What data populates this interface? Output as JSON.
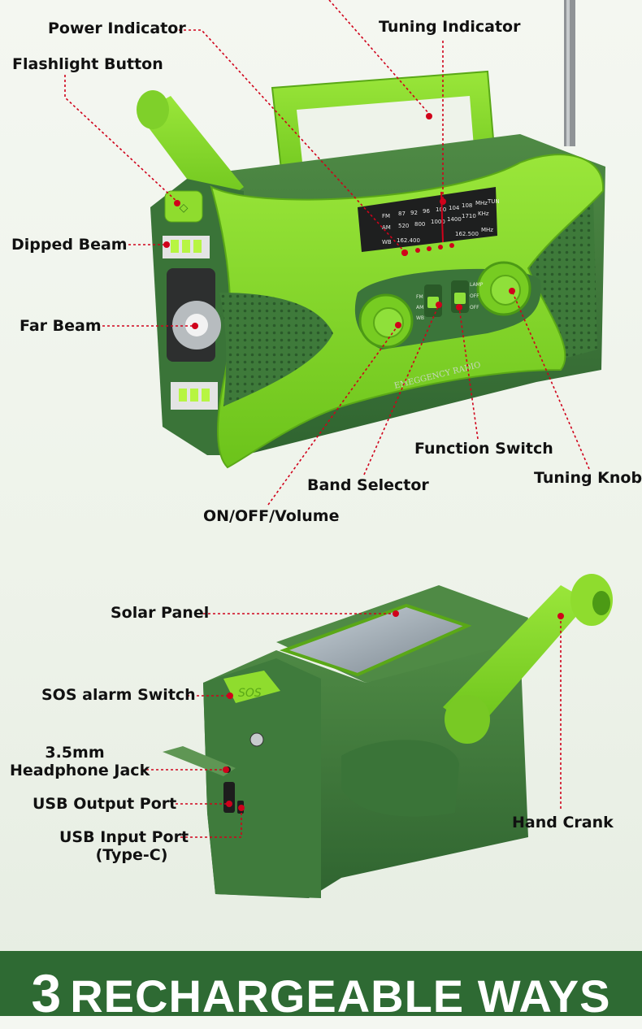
{
  "labels": {
    "power_indicator": "Power Indicator",
    "tuning_indicator": "Tuning Indicator",
    "flashlight_button": "Flashlight Button",
    "dipped_beam": "Dipped Beam",
    "far_beam": "Far Beam",
    "function_switch": "Function Switch",
    "tuning_knob": "Tuning Knob",
    "band_selector": "Band Selector",
    "on_off_volume": "ON/OFF/Volume",
    "solar_panel": "Solar Panel",
    "sos_alarm_switch": "SOS alarm Switch",
    "headphone_line1": "3.5mm",
    "headphone_line2": "Headphone Jack",
    "usb_output_port": "USB Output Port",
    "usb_input_line1": "USB Input Port",
    "usb_input_line2": "(Type-C)",
    "hand_crank": "Hand Crank"
  },
  "device": {
    "front_label": "EMEGGENCY  RADIO",
    "sos_text": "SOS",
    "dial": {
      "row_fm": [
        "FM",
        "87",
        "92",
        "96",
        "100",
        "104",
        "108",
        "MHz",
        "TUN"
      ],
      "row_am": [
        "AM",
        "520",
        "800",
        "1000",
        "1400",
        "1710",
        "KHz"
      ],
      "row_wb": [
        "WB",
        "162.400",
        "162.500",
        "MHz"
      ]
    },
    "switch_band": [
      "FM",
      "AM",
      "WB"
    ],
    "switch_function": [
      "LAMP",
      "OFF",
      "OFF"
    ]
  },
  "banner": {
    "number": "3",
    "text": "RECHARGEABLE WAYS"
  },
  "colors": {
    "lime": "#7ed321",
    "dark_green": "#3f7b3c",
    "banner": "#2e6a33",
    "leader": "#d0021b"
  }
}
